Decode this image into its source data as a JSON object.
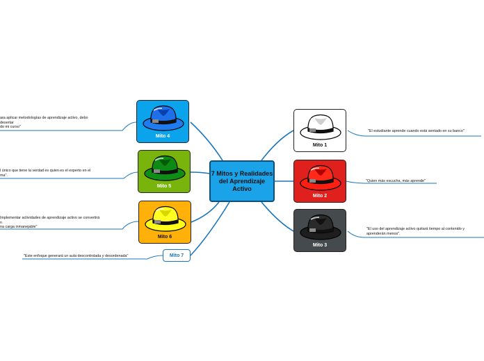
{
  "central": {
    "title": "7 Mitos y Realidades del Aprendizaje Activo"
  },
  "colors": {
    "link": "#1b75bc",
    "central_fill": "#1aa3e8"
  },
  "myths": [
    {
      "label": "Mito 1",
      "color": "#ffffff",
      "text_color": "#111111",
      "hat": "white-hat-icon",
      "text": "\"El estudiante aprende cuando está sentado en su banco\""
    },
    {
      "label": "Mito 2",
      "color": "#e0201c",
      "text_color": "#ffffff",
      "hat": "red-hat-icon",
      "text": "\"Quien más escucha, más aprende\""
    },
    {
      "label": "Mito 3",
      "color": "#454b4c",
      "text_color": "#ffffff",
      "hat": "black-hat-icon",
      "text": "\"El uso del aprendizaje activo quitará tiempo al contenido y\naprenderán menos\"."
    },
    {
      "label": "Mito 4",
      "color": "#0ba3ec",
      "text_color": "#ffffff",
      "hat": "blue-hat-icon",
      "text": "ara aplicar metodologías de aprendizaje activo, debo\ndesertar\ndo mi curso\""
    },
    {
      "label": "Mito 5",
      "color": "#78b40c",
      "text_color": "#ffffff",
      "hat": "green-hat-icon",
      "text": "l único que tiene la verdad es quien es el experto en el\nma\"."
    },
    {
      "label": "Mito 6",
      "color": "#ffb10a",
      "text_color": "#111111",
      "hat": "yellow-hat-icon",
      "text": "Implementar actividades de aprendizaje activo se convertirá\nn\nna carga inmanejable\""
    },
    {
      "label": "Mito 7",
      "text": "\"Este enfoque generará un aula descontrolada y desordenada\""
    }
  ]
}
